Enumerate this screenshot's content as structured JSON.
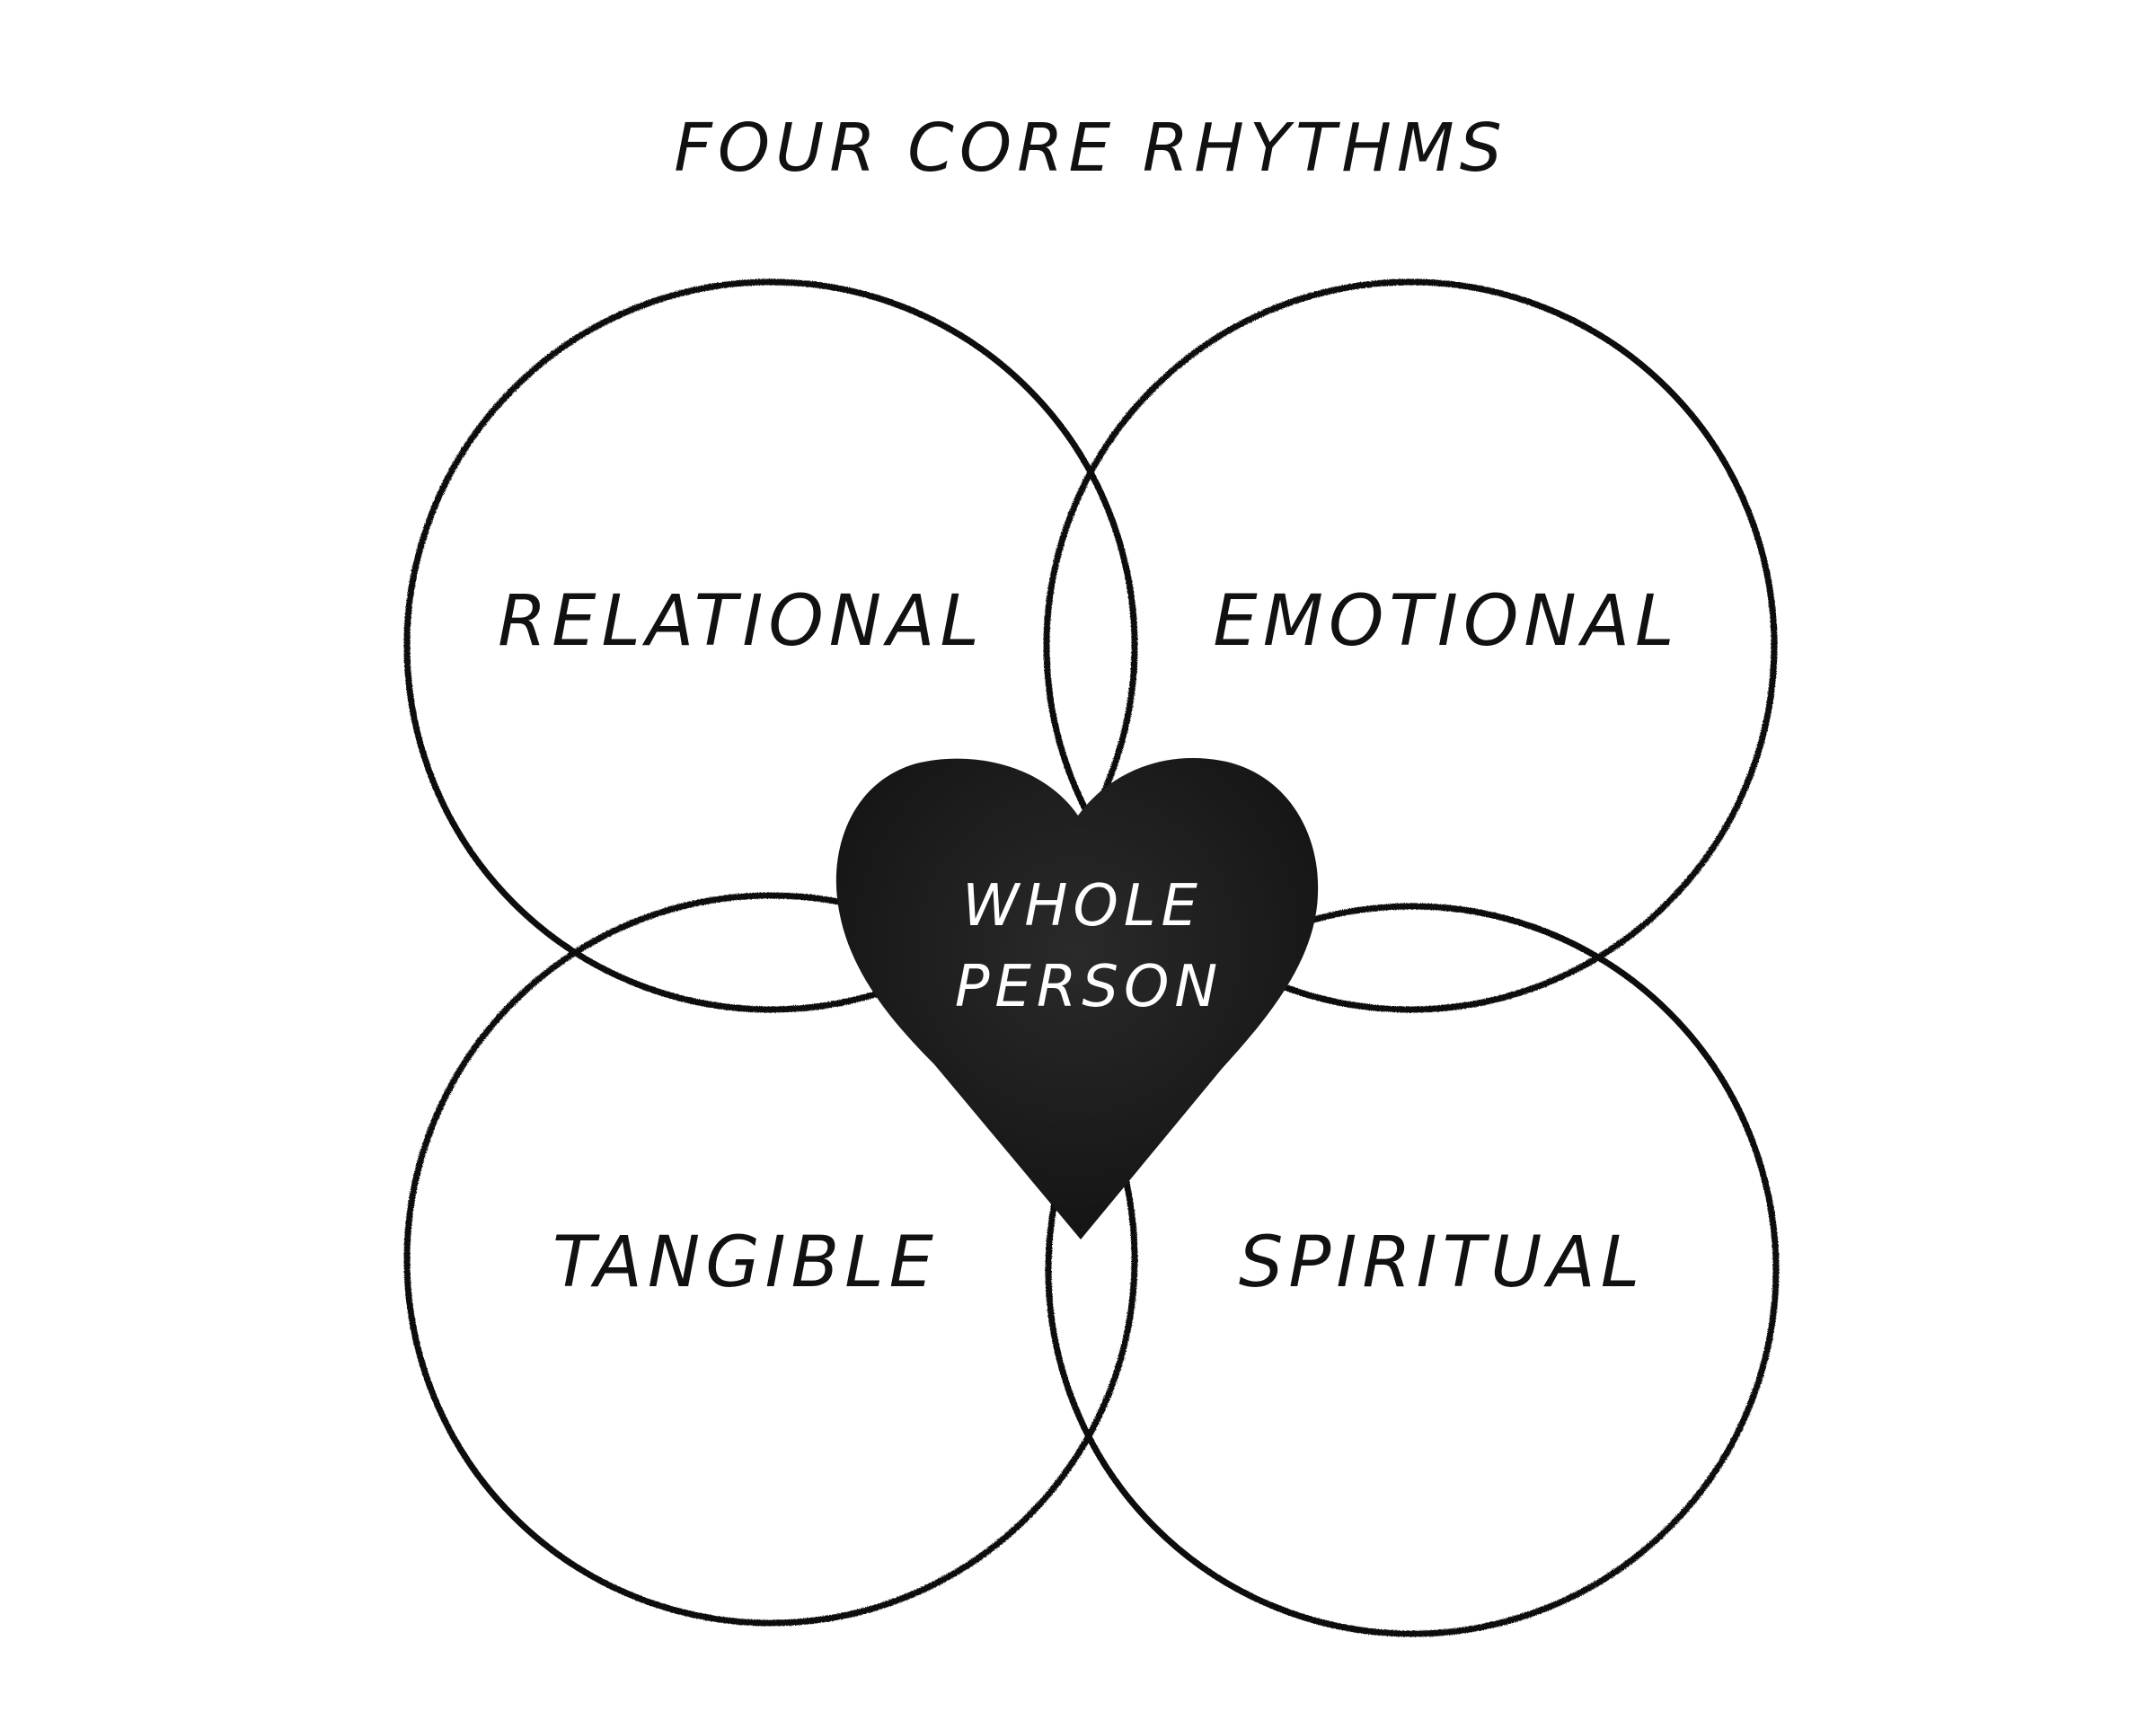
{
  "title": "FOUR CORE RHYTHMS",
  "circles": [
    {
      "label": "RELATIONAL"
    },
    {
      "label": "EMOTIONAL"
    },
    {
      "label": "TANGIBLE"
    },
    {
      "label": "SPIRITUAL"
    }
  ],
  "center": {
    "line1": "WHOLE",
    "line2": "PERSON"
  },
  "colors": {
    "ink": "#111111",
    "heart": "#1c1c1c",
    "background": "#ffffff"
  }
}
